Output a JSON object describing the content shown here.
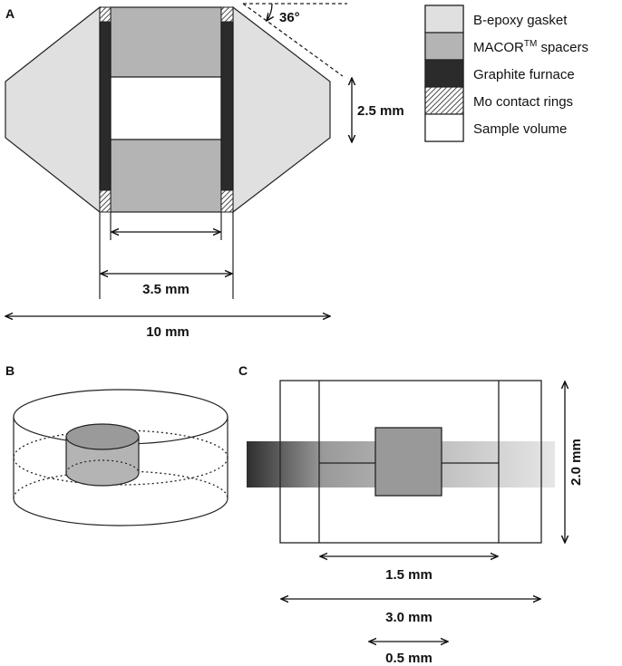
{
  "panels": {
    "a": "A",
    "b": "B",
    "c": "C"
  },
  "panel_a": {
    "angle_label": "36°",
    "height_label": "2.5 mm",
    "inner_width_label": "3.5 mm",
    "total_width_label": "10 mm"
  },
  "legend": {
    "items": [
      {
        "label": "B-epoxy gasket",
        "color": "#e0e0e0"
      },
      {
        "label": "MACOR",
        "superscript": "TM",
        "suffix": " spacers",
        "color": "#b4b4b4"
      },
      {
        "label": "Graphite furnace",
        "color": "#2b2b2b"
      },
      {
        "label": "Mo contact rings",
        "color": "hatch"
      },
      {
        "label": "Sample volume",
        "color": "#ffffff"
      }
    ]
  },
  "panel_c": {
    "height_label": "2.0 mm",
    "furnace_label": "1.5 mm",
    "outer_label": "3.0 mm",
    "sample_label": "0.5 mm"
  }
}
